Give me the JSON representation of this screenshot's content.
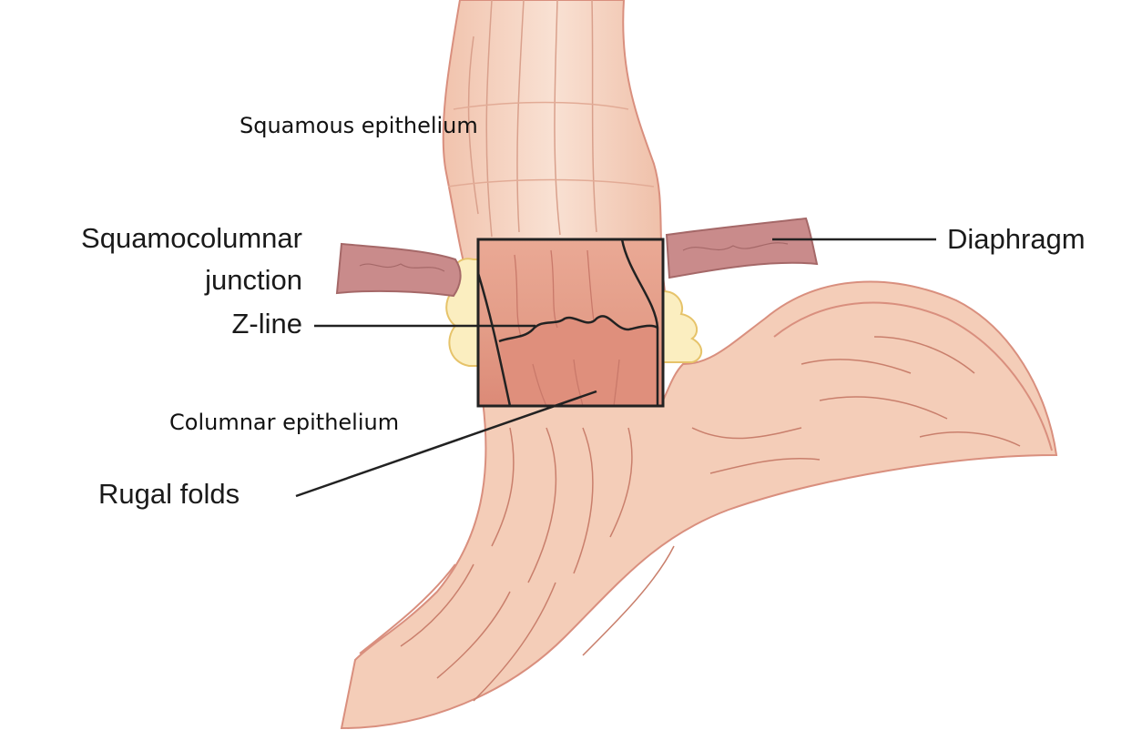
{
  "labels": {
    "squamous_epithelium": "Squamous epithelium",
    "squamocolumnar_line1": "Squamocolumnar",
    "squamocolumnar_line2": "junction",
    "z_line": "Z-line",
    "diaphragm": "Diaphragm",
    "columnar_epithelium": "Columnar epithelium",
    "rugal_folds": "Rugal folds"
  },
  "colors": {
    "tissue_fill": "#f4cdb8",
    "tissue_light": "#f8dccb",
    "tissue_outline": "#d98f7e",
    "fold_line": "#c97f6c",
    "diaphragm_fill": "#c98b8b",
    "diaphragm_outline": "#a56868",
    "fat_pad_fill": "#fbeec0",
    "fat_pad_outline": "#e6c36a",
    "mucosa_upper": "#e8a692",
    "mucosa_lower": "#e18f7d",
    "box_stroke": "#222222",
    "leader_stroke": "#222222"
  }
}
